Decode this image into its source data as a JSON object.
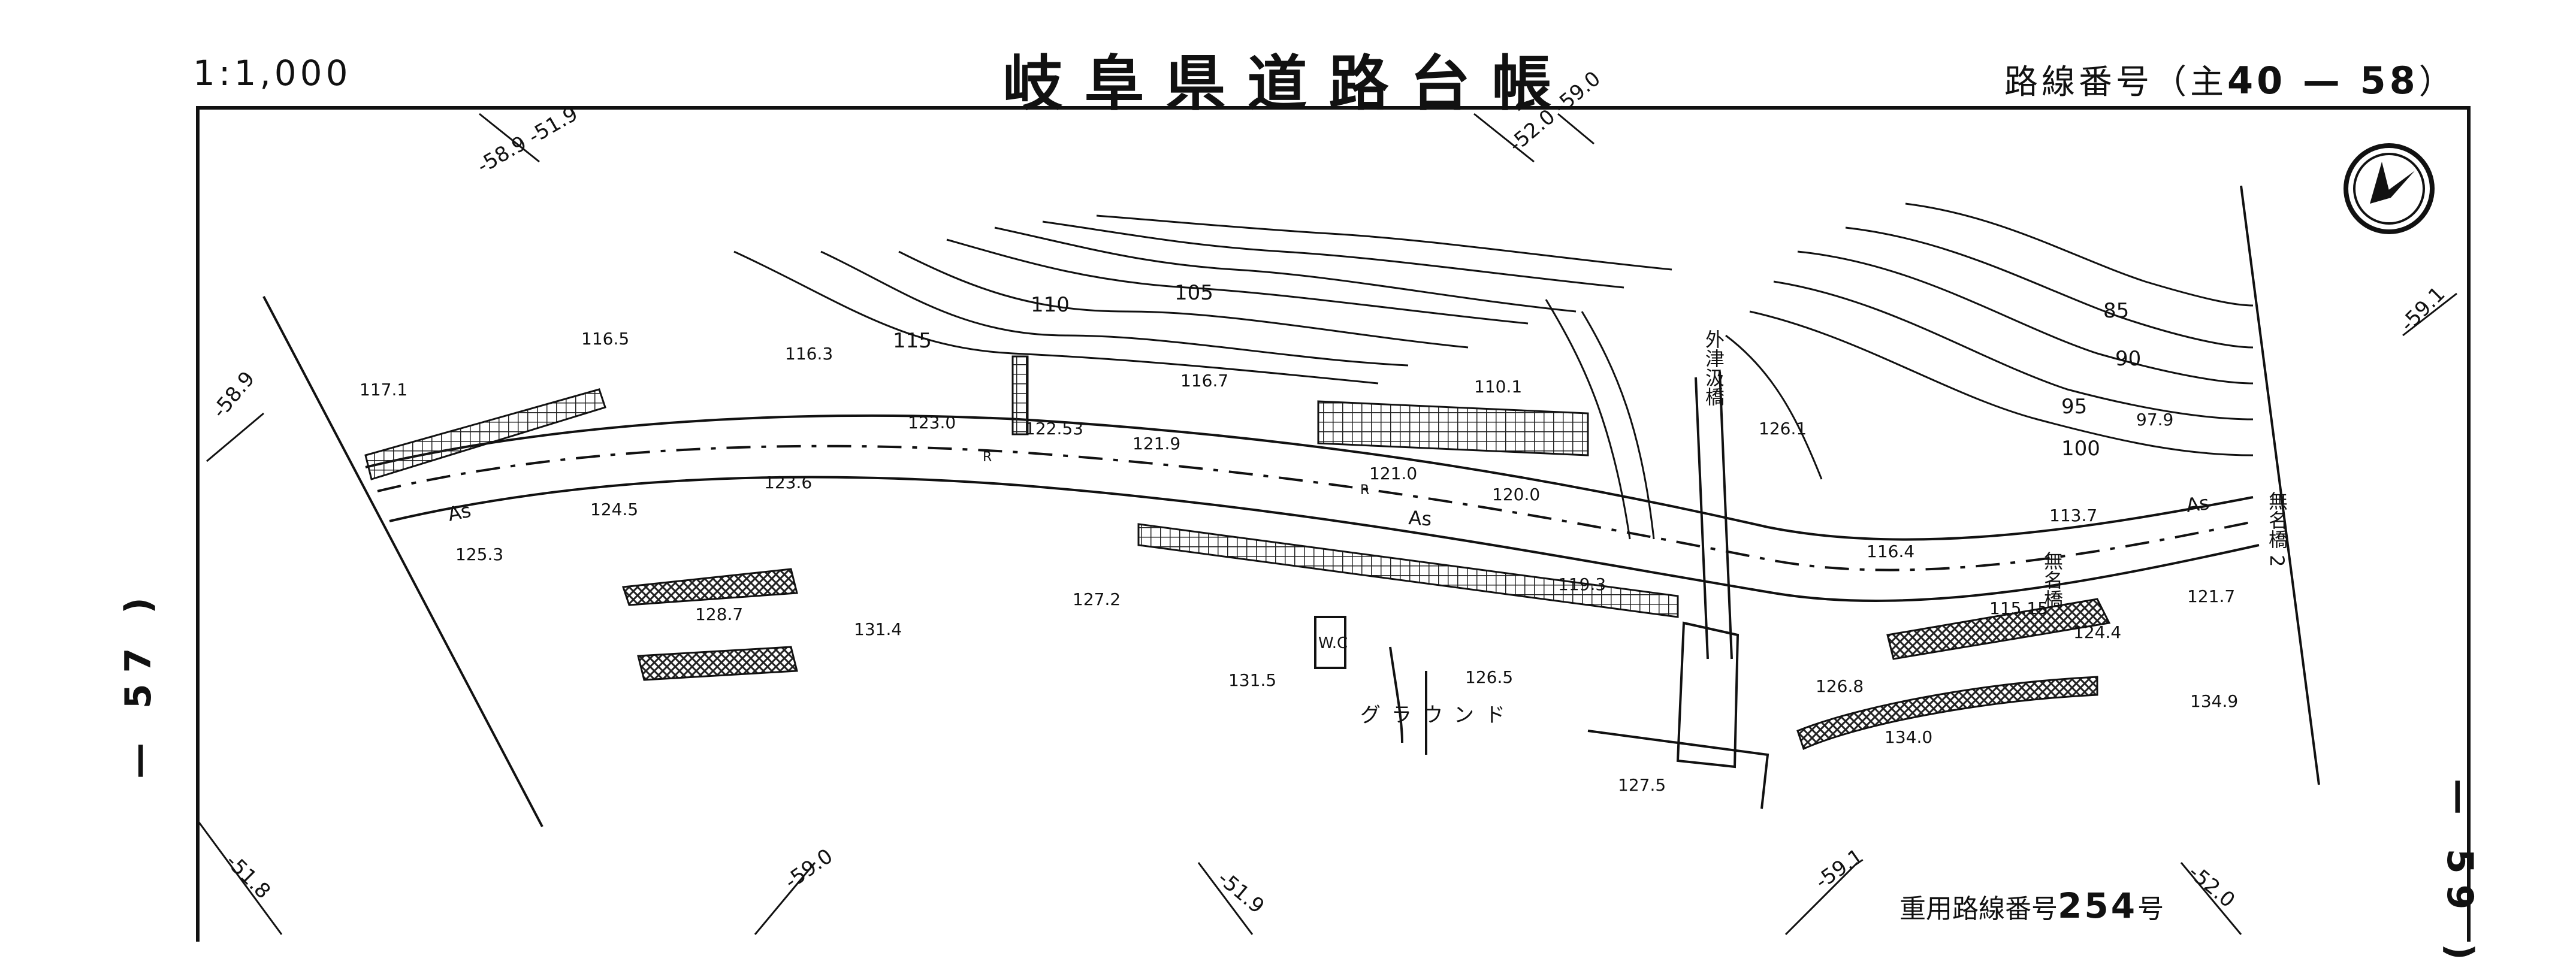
{
  "header": {
    "scale": "1:1,000",
    "title": "岐阜県道路台帳",
    "route_prefix": "路線番号（主",
    "route_number": "40 — 58",
    "route_suffix": "）"
  },
  "footer": {
    "secondary_prefix": "重用路線番号",
    "secondary_number": "254",
    "secondary_suffix": "号"
  },
  "adjacent_sheets": {
    "left": "— 57 )",
    "right": "— 59 )"
  },
  "grid_labels": {
    "top_1": "-58.9 -51.9",
    "top_2": "-52.0 -59.0",
    "left_1": "-58.9",
    "right_1": "-59.1",
    "bottom_1": "-51.8",
    "bottom_2": "-59.0",
    "bottom_3": "-51.9",
    "bottom_4": "-59.1",
    "bottom_5": "-52.0"
  },
  "contours": [
    "85",
    "90",
    "95",
    "100",
    "105",
    "110",
    "115"
  ],
  "elevations": [
    "117.1",
    "116.5",
    "116.3",
    "116.7",
    "110.1",
    "123.0",
    "122.53",
    "121.9",
    "121.0",
    "120.0",
    "123.6",
    "124.5",
    "125.3",
    "128.7",
    "131.4",
    "127.2",
    "119.3",
    "131.5",
    "126.5",
    "126.8",
    "127.5",
    "126.1",
    "97.9",
    "113.7",
    "116.4",
    "115.15",
    "124.4",
    "121.7",
    "134.0",
    "134.9"
  ],
  "labels": {
    "road_surface": "As",
    "bridge_1": "外津汲橋",
    "bridge_2": "無名橋",
    "bridge_3": "無名橋 2",
    "toilet": "W.C",
    "ground": "グラウンド",
    "road_mark": "R"
  }
}
